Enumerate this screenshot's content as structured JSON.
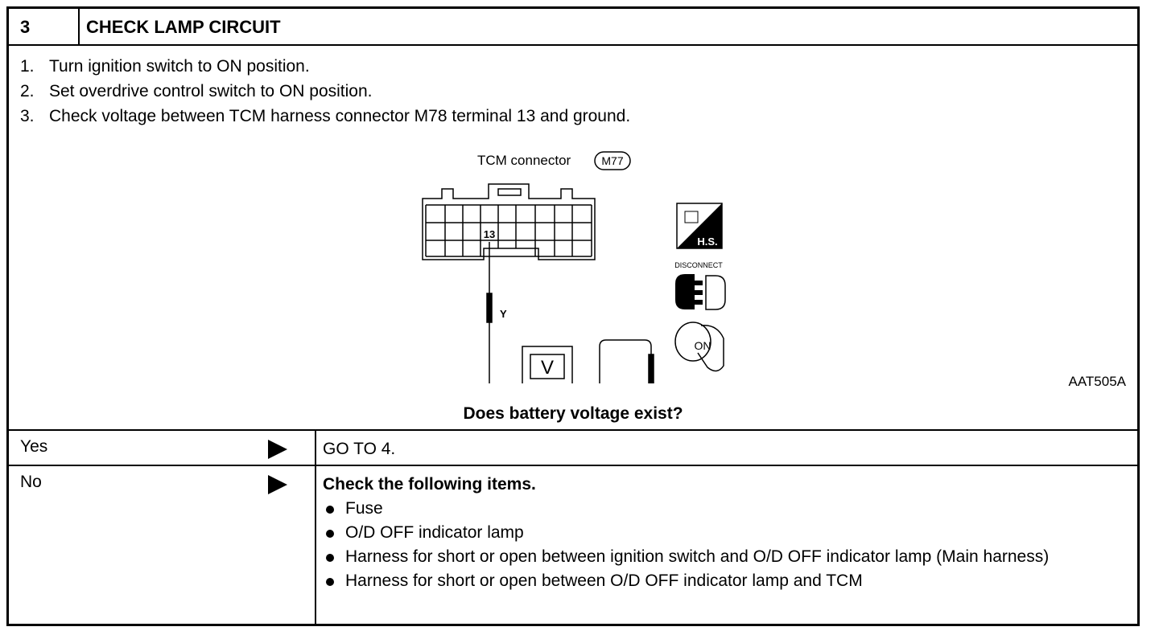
{
  "header": {
    "step_number": "3",
    "title": "CHECK LAMP CIRCUIT"
  },
  "procedure": [
    {
      "num": "1.",
      "text": "Turn ignition switch to ON position."
    },
    {
      "num": "2.",
      "text": "Set overdrive control switch to ON position."
    },
    {
      "num": "3.",
      "text": "Check voltage between TCM harness connector M78 terminal 13 and ground."
    }
  ],
  "figure": {
    "connector_label": "TCM connector",
    "connector_code": "M77",
    "terminal": "13",
    "wire_color": "Y",
    "meter_symbol": "V",
    "plus": "⊕",
    "minus": "⊖",
    "icon_hs": "H.S.",
    "icon_disconnect": "DISCONNECT",
    "icon_on": "ON",
    "reference": "AAT505A"
  },
  "question": "Does battery voltage exist?",
  "answers": {
    "yes": {
      "label": "Yes",
      "result": "GO TO 4."
    },
    "no": {
      "label": "No",
      "result_title": "Check the following items.",
      "items": [
        "Fuse",
        "O/D OFF indicator lamp",
        "Harness for short or open between ignition switch and O/D OFF indicator lamp (Main harness)",
        "Harness for short or open between O/D OFF indicator lamp and TCM"
      ]
    }
  }
}
